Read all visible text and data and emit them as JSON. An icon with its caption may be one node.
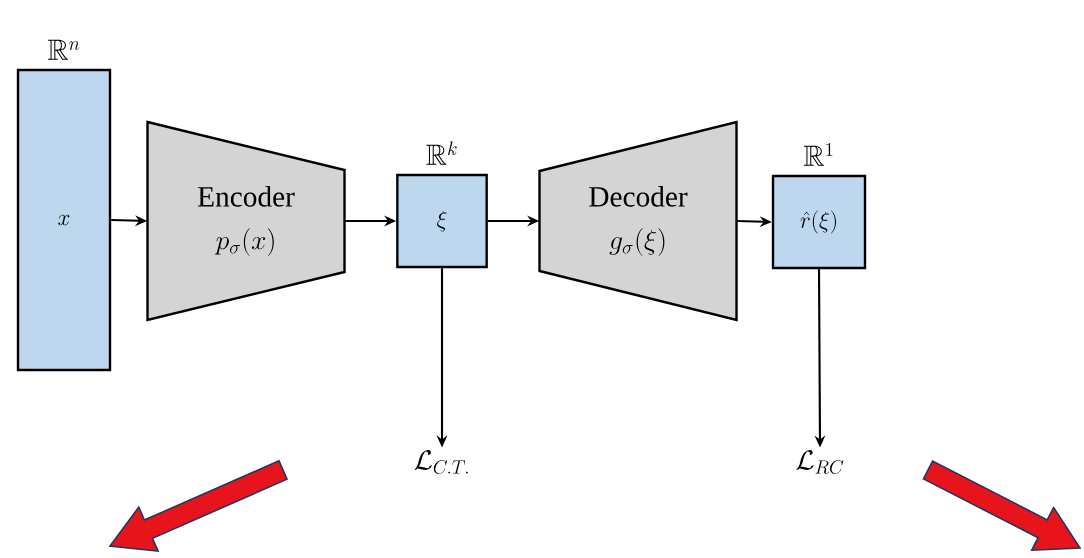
{
  "diagram": {
    "nodes": [
      {
        "text": [
          "x"
        ],
        "beside": [
          "\\mathbb{R}^n"
        ]
      },
      {
        "text": [
          "Encoder",
          "p_\\sigma(x)"
        ]
      },
      {
        "text": [
          "\\xi"
        ],
        "beside": [
          "\\mathbb{R}^k"
        ]
      },
      {
        "text": [
          "Decoder",
          "g_\\sigma(\\xi)"
        ]
      },
      {
        "text": [
          "\\hat{r}(\\xi)"
        ],
        "beside": [
          "\\mathbb{R}^1"
        ]
      },
      {
        "text": [
          "\\mathcal{L}_{C.T.}"
        ]
      },
      {
        "text": [
          "\\mathcal{L}_{RC}"
        ]
      }
    ],
    "edges": [
      {
        "from": 0,
        "to": 1,
        "arrow": "to"
      },
      {
        "from": 1,
        "to": 2,
        "arrow": "to"
      },
      {
        "from": 2,
        "to": 3,
        "arrow": "to"
      },
      {
        "from": 3,
        "to": 4,
        "arrow": "to"
      },
      {
        "from": 2,
        "to": 5,
        "arrow": "to"
      },
      {
        "from": 4,
        "to": 6,
        "arrow": "to"
      }
    ]
  }
}
